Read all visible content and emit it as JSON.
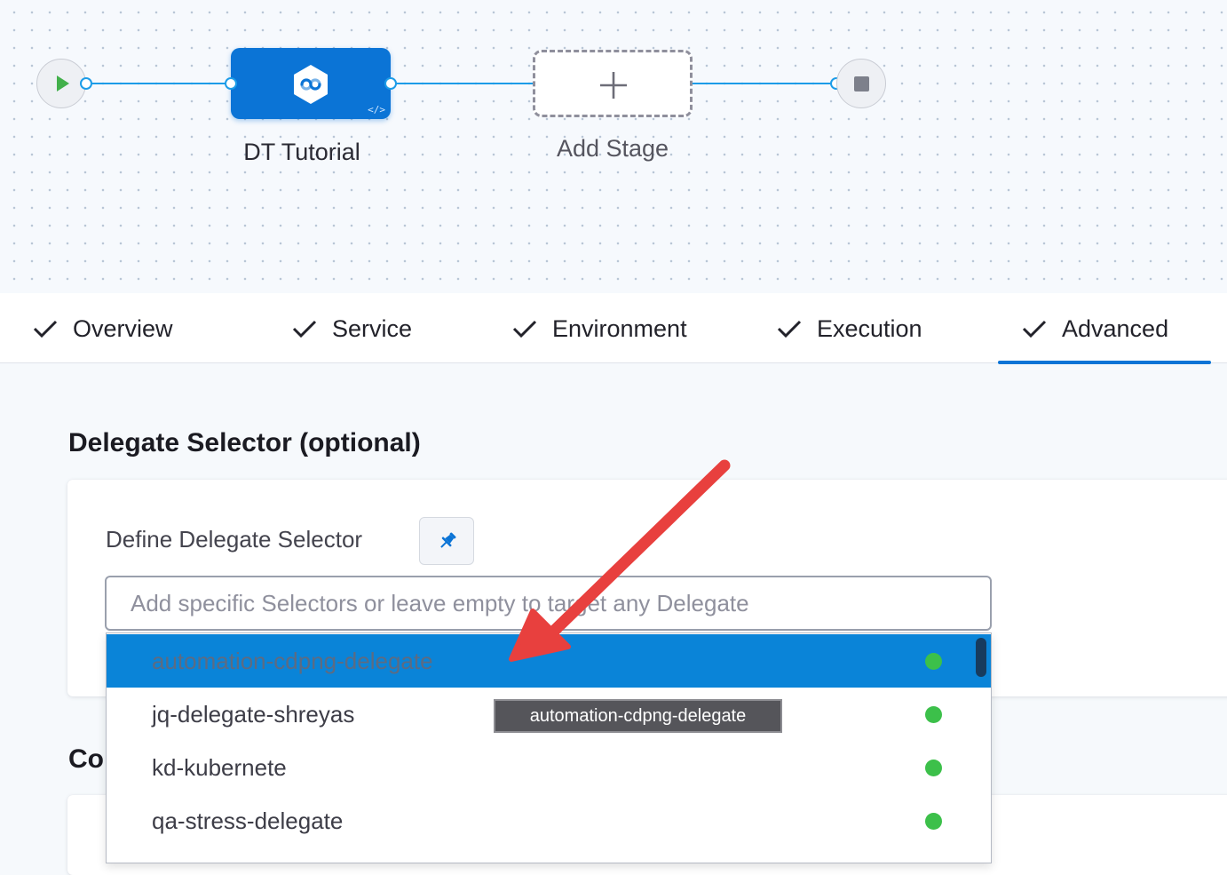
{
  "pipeline": {
    "stage_name": "DT Tutorial",
    "add_stage_label": "Add Stage",
    "stage_badge": "</>"
  },
  "tabs": [
    {
      "label": "Overview",
      "completed": true
    },
    {
      "label": "Service",
      "completed": true
    },
    {
      "label": "Environment",
      "completed": true
    },
    {
      "label": "Execution",
      "completed": true
    },
    {
      "label": "Advanced",
      "completed": true,
      "active": true
    }
  ],
  "delegate_selector": {
    "section_title": "Delegate Selector (optional)",
    "field_label": "Define Delegate Selector",
    "input_value": "",
    "input_placeholder": "Add specific Selectors or leave empty to target any Delegate",
    "options": [
      {
        "label": "automation-cdpng-delegate",
        "status": "connected",
        "highlighted": true
      },
      {
        "label": "jq-delegate-shreyas",
        "status": "connected"
      },
      {
        "label": "kd-kubernete",
        "status": "connected"
      },
      {
        "label": "qa-stress-delegate",
        "status": "connected"
      }
    ],
    "tooltip": "automation-cdpng-delegate"
  },
  "next_section_title_partial": "Co",
  "colors": {
    "accent": "#0b74d6",
    "connector": "#1c9ce8",
    "status_ok": "#3cc04a",
    "annotation_arrow": "#e8403e"
  },
  "icons": [
    "play-icon",
    "stop-icon",
    "stage-type-icon",
    "plus-icon",
    "check-icon",
    "pin-icon",
    "status-dot-icon"
  ]
}
